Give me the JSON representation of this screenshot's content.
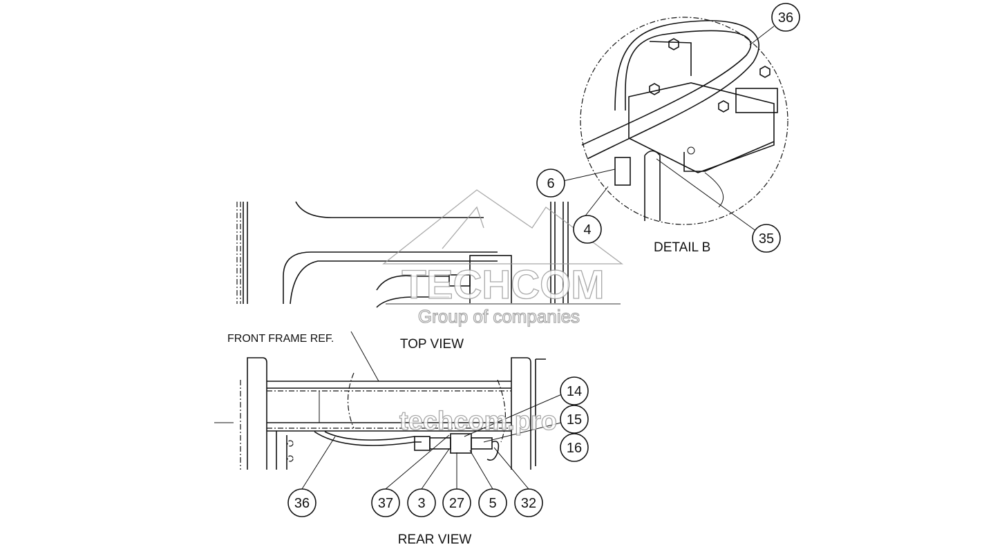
{
  "labels": {
    "detail_b": "DETAIL  B",
    "front_frame_ref": "FRONT FRAME REF.",
    "top_view": "TOP VIEW",
    "rear_view": "REAR VIEW"
  },
  "watermark": {
    "brand": "TECHCOM",
    "tagline": "Group of companies",
    "site": "techcom.pro"
  },
  "callouts": {
    "detail_b": [
      "36",
      "6",
      "4",
      "35"
    ],
    "rear_right": [
      "14",
      "15",
      "16"
    ],
    "rear_bottom": [
      "36",
      "37",
      "3",
      "27",
      "5",
      "32"
    ]
  }
}
